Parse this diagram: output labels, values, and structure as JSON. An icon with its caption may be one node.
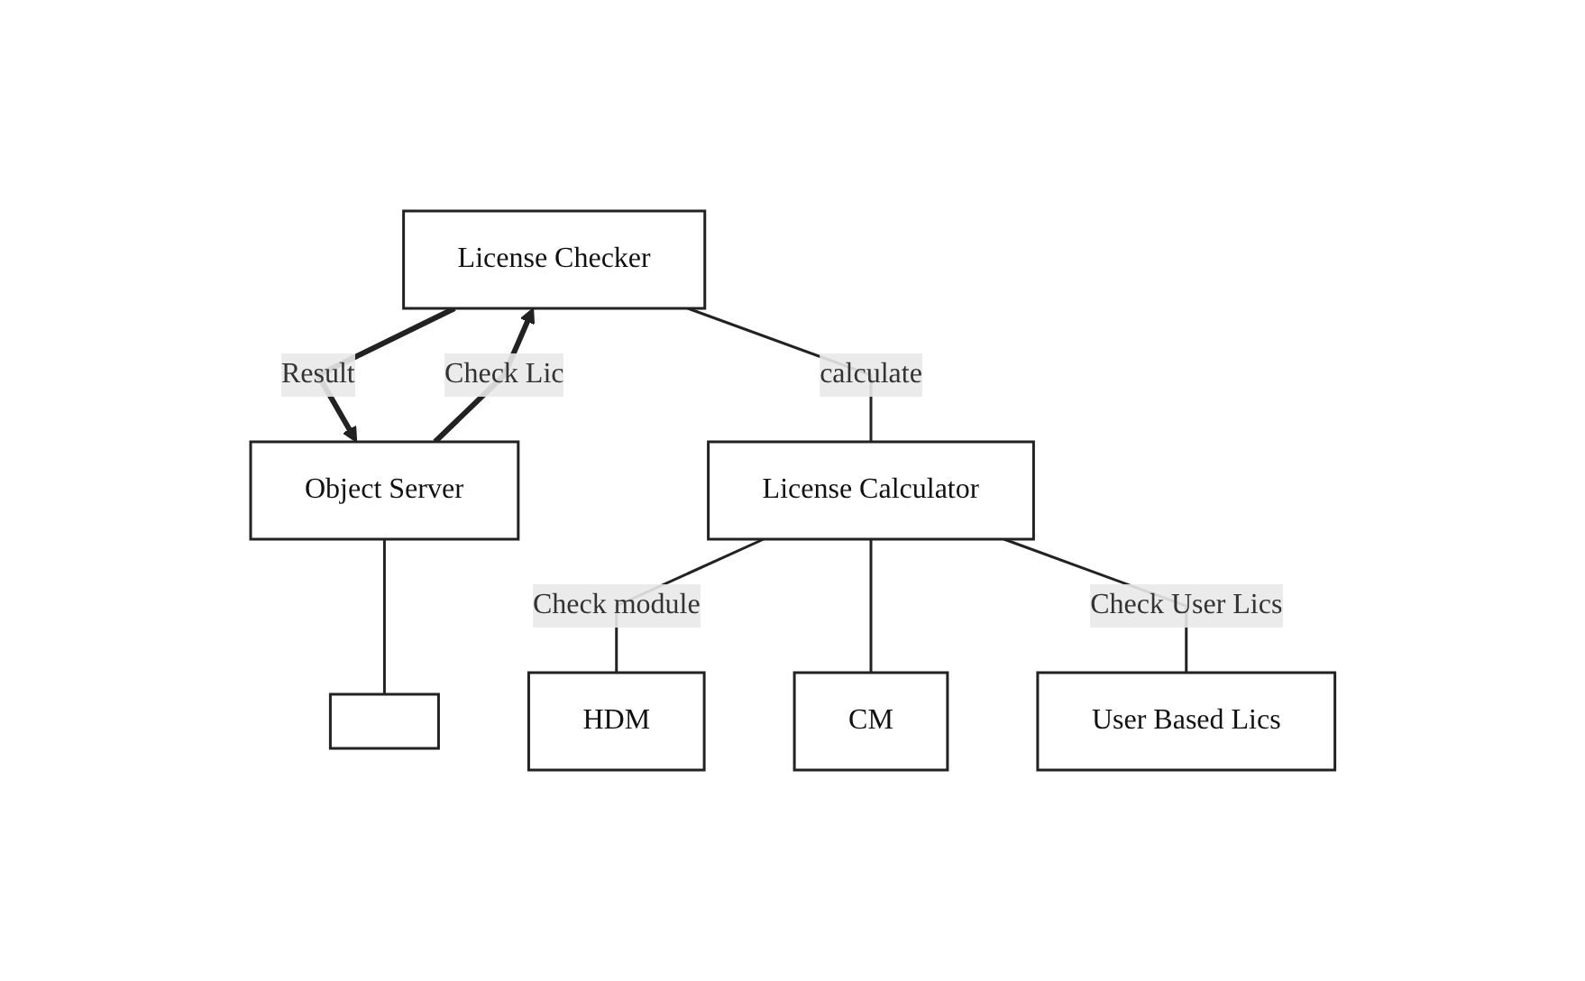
{
  "diagram": {
    "nodes": [
      {
        "text": [
          "License Checker"
        ]
      },
      {
        "text": [
          "Object Server"
        ]
      },
      {
        "text": [],
        "shape": "box"
      },
      {
        "text": [
          "License Calculator"
        ]
      },
      {
        "text": [
          "HDM"
        ]
      },
      {
        "text": [
          "CM"
        ]
      },
      {
        "text": [
          "User Based Lics"
        ]
      }
    ],
    "edges": [
      {
        "from": 1,
        "to": 0,
        "arrow": "to",
        "label": "Check Lic",
        "style": "thick"
      },
      {
        "from": 0,
        "to": 1,
        "arrow": "to",
        "label": "Result",
        "style": "thick"
      },
      {
        "from": 1,
        "to": 2,
        "arrow": "none"
      },
      {
        "from": 0,
        "to": 3,
        "arrow": "none",
        "label": "calculate"
      },
      {
        "from": 3,
        "to": 4,
        "arrow": "none",
        "label": "Check module"
      },
      {
        "from": 3,
        "to": 5,
        "arrow": "none"
      },
      {
        "from": 3,
        "to": 6,
        "arrow": "none",
        "label": "Check User Lics"
      }
    ]
  }
}
